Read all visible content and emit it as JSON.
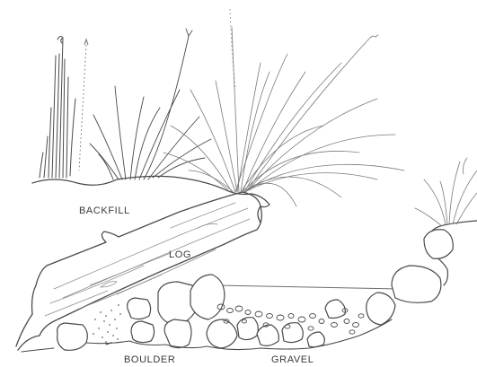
{
  "diagram": {
    "labels": {
      "backfill": "BACKFILL",
      "log": "LOG",
      "boulder": "BOULDER",
      "gravel": "GRAVEL"
    },
    "colors": {
      "ink": "#4a4a4a",
      "grass": "#6e6e6e",
      "grass_light": "#9a9a9a",
      "background": "#ffffff"
    }
  }
}
